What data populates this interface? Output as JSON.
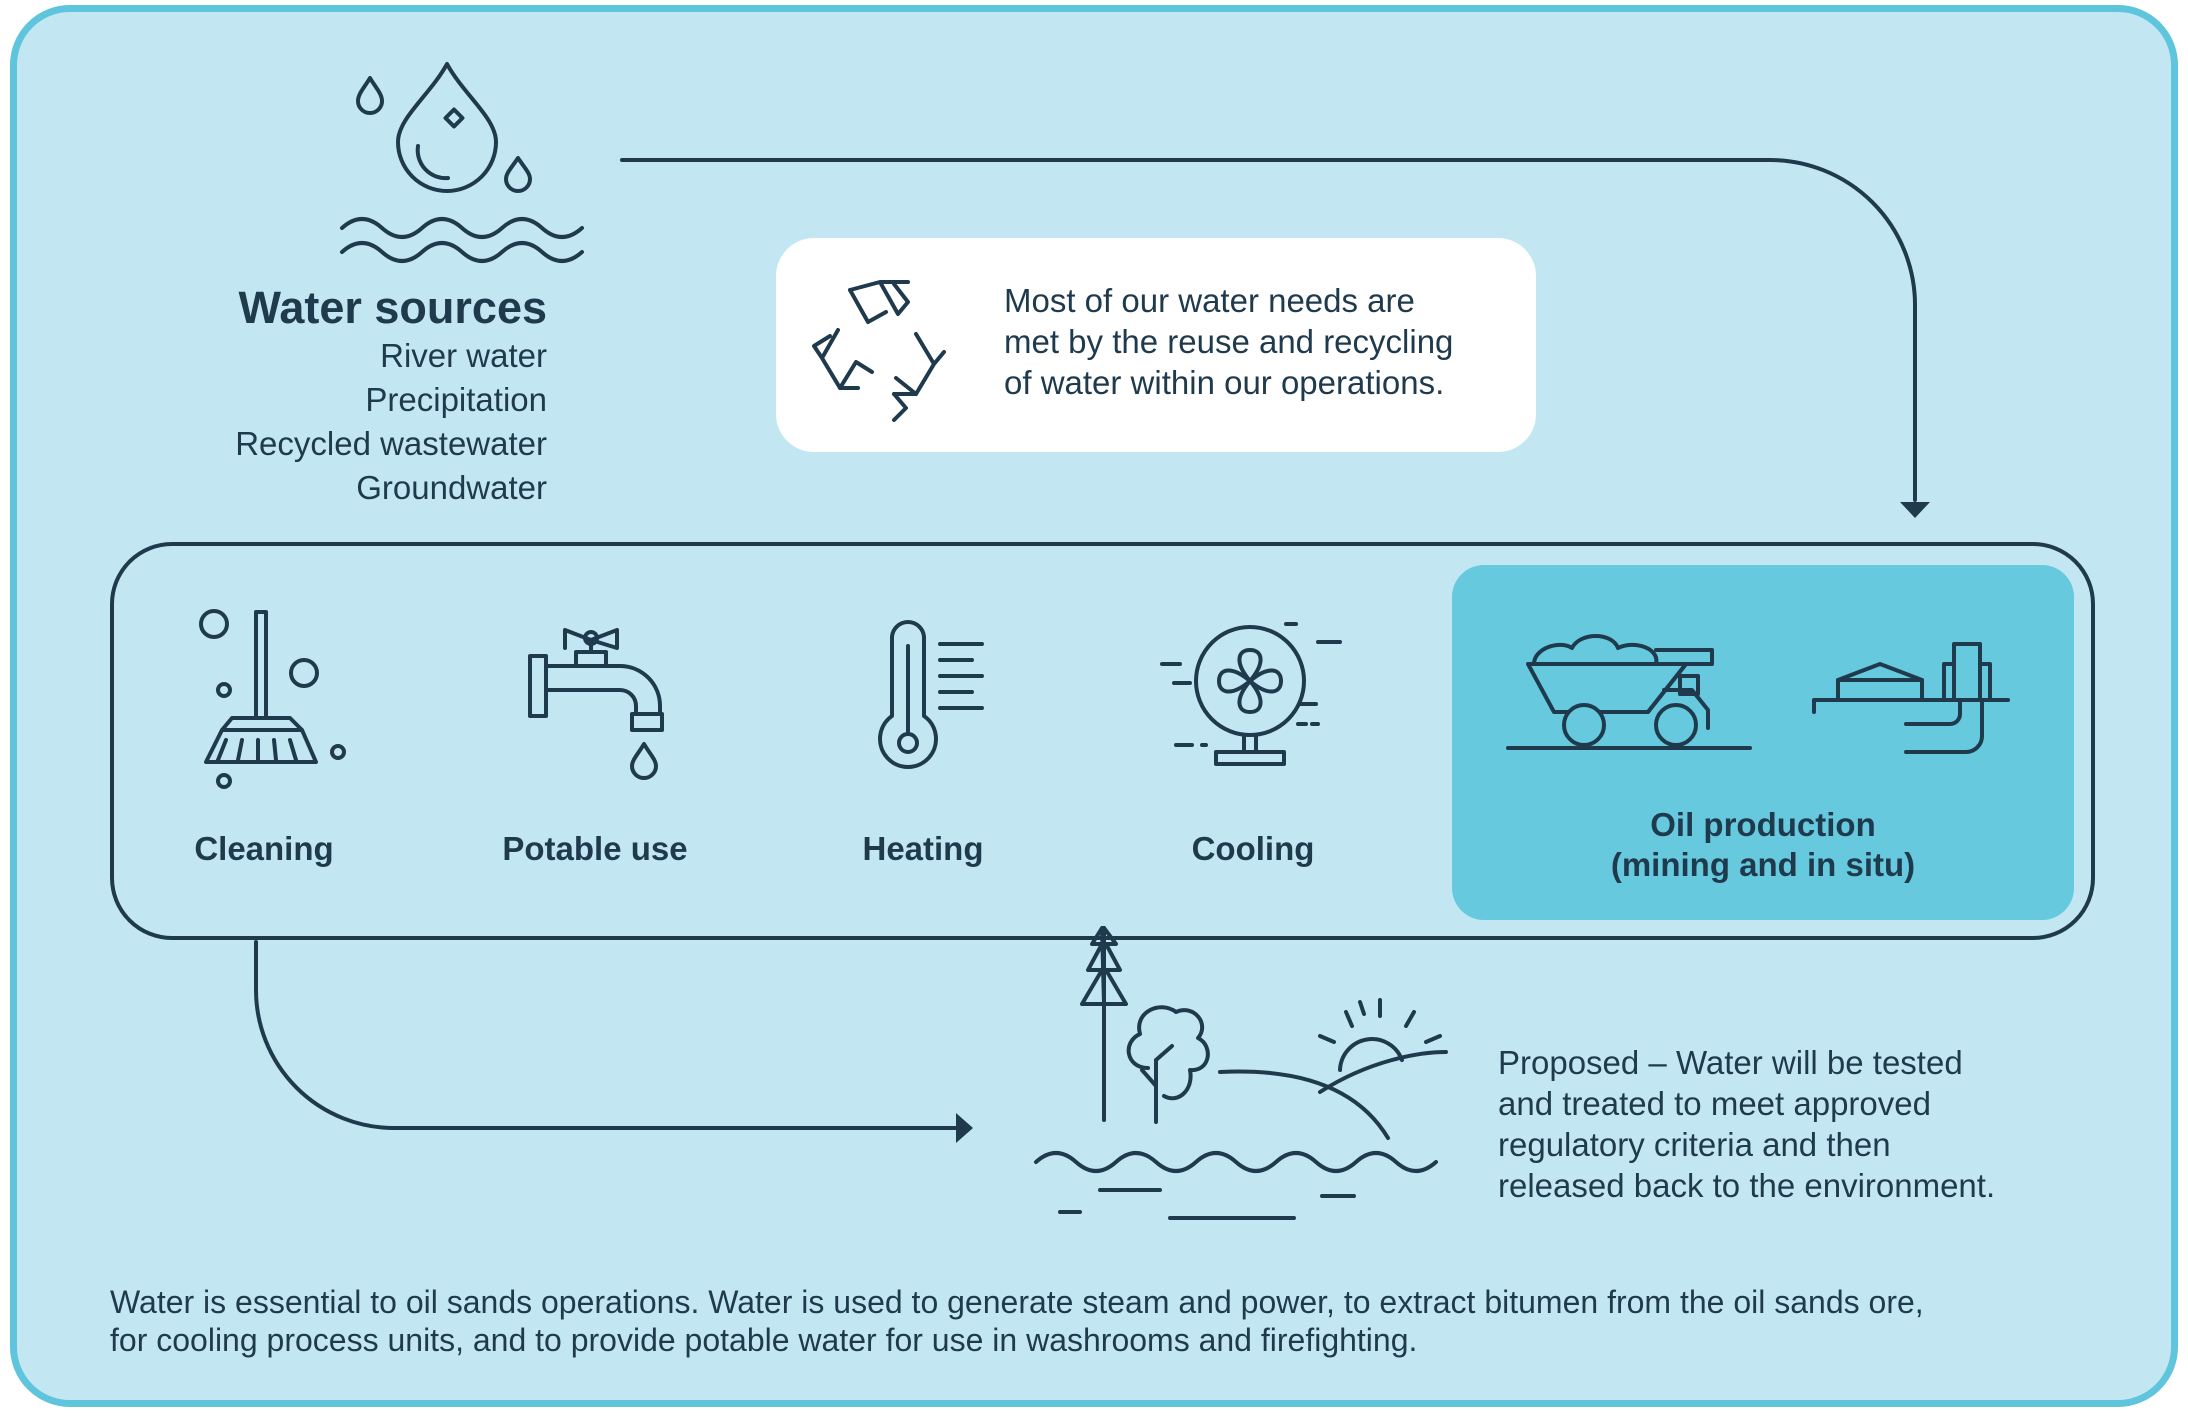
{
  "sources": {
    "title": "Water sources",
    "items": [
      "River water",
      "Precipitation",
      "Recycled wastewater",
      "Groundwater"
    ]
  },
  "callout": {
    "lines": [
      "Most of our water needs are",
      "met by the reuse and recycling",
      "of water within our operations."
    ]
  },
  "uses": {
    "cleaning": "Cleaning",
    "potable": "Potable use",
    "heating": "Heating",
    "cooling": "Cooling",
    "oil_line1": "Oil production",
    "oil_line2": "(mining and in situ)"
  },
  "release": {
    "lines": [
      "Proposed – Water will be tested",
      "and treated to meet approved",
      "regulatory criteria and then",
      "released back to the environment."
    ]
  },
  "footer": {
    "line1": "Water is essential to oil sands operations. Water is used to generate steam and power, to extract bitumen from the oil sands ore,",
    "line2": "for cooling process units, and to provide potable water for use in washrooms and firefighting."
  },
  "icons": [
    "water-drop-icon",
    "recycle-icon",
    "broom-icon",
    "faucet-icon",
    "thermometer-icon",
    "fan-icon",
    "haul-truck-icon",
    "in-situ-facility-icon",
    "landscape-icon"
  ],
  "colors": {
    "background": "#c3e7f2",
    "border": "#5fc5dc",
    "highlight": "#66c9de",
    "ink": "#1f3a4d"
  }
}
